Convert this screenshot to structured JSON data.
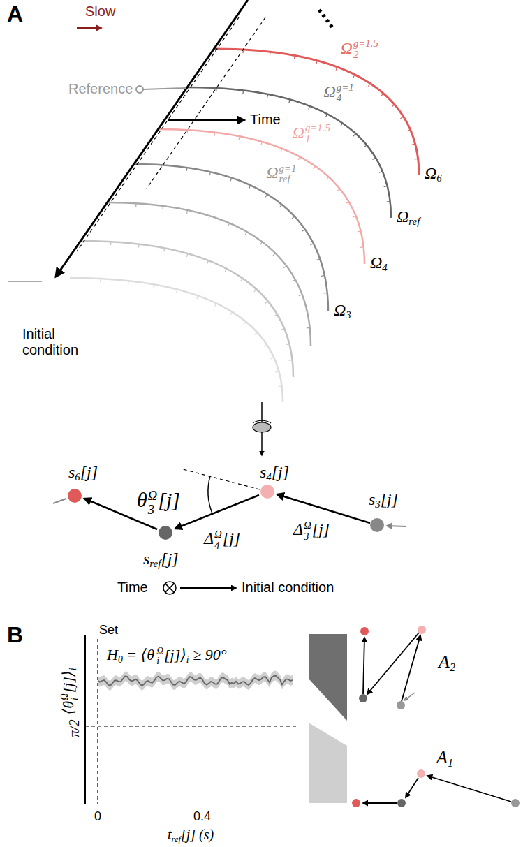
{
  "diagram": {
    "labels": [
      "A",
      "Slow",
      "Time",
      "Reference",
      "Ω",
      "2",
      "g=1.5",
      "Ω",
      "4",
      "g=1",
      "Ω",
      "1",
      "g=1.5",
      "Ω",
      "ref",
      "g=1",
      "Ω",
      "6",
      "Ω",
      "ref",
      "Ω",
      "4",
      "Ω",
      "3",
      "Initial condition",
      "s",
      "6",
      "[j]",
      "θ",
      "Ω",
      "3",
      "[j]",
      "s",
      "4",
      "[j]",
      "Δ",
      "Ω",
      "4",
      "[j]",
      "s",
      "ref",
      "[j]",
      "Δ",
      "Ω",
      "3",
      "[j]",
      "s",
      "3",
      "[j]",
      "Time",
      "Initial condition",
      "B",
      "Set",
      "H",
      "0",
      "= ⟨θ",
      "Ω",
      "i",
      "[j]⟩",
      "i",
      "≥ 90°",
      "⟨θ",
      "Ω",
      "i",
      "[j]⟩",
      "i",
      "π/2",
      "0",
      "0.4",
      "t",
      "ref",
      "[j] (s)",
      "A",
      "2",
      "A",
      "1"
    ]
  }
}
